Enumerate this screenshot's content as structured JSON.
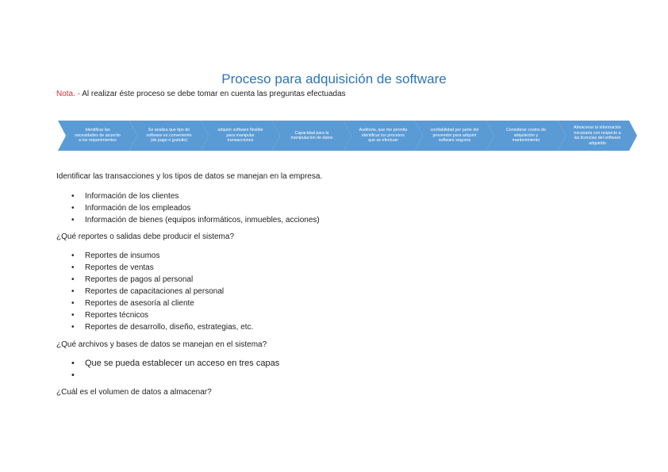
{
  "title": "Proceso para adquisición de software",
  "nota": {
    "label": "Nota. -",
    "text": " Al realizar éste proceso se debe tomar en cuenta las preguntas efectuadas"
  },
  "steps": [
    "Identificar las necesidades de acuerdo a los requerimientos",
    "Se analiza que tipo de software es conveniente (de pago o gratuito)",
    "adquirir software flexible para manipular transacciones",
    "Capacidad para la manipulacion de datos",
    "Auditoria, que me permita identificar los procesos que se efectuan",
    "confiabilidad por parte del proveedor para adquirir software seguros",
    "Considerar costos de adquisición y mantenimiento",
    "Almacenar la información necesaria con respecto a las licencias del software adquirido"
  ],
  "sections": [
    {
      "heading": "Identificar las transacciones y los tipos de datos se manejan en la empresa.",
      "items": [
        "Información de los clientes",
        "Información de los empleados",
        "Información de bienes (equipos informáticos, inmuebles, acciones)"
      ]
    },
    {
      "heading": "¿Qué reportes o salidas debe producir el sistema?",
      "items": [
        "Reportes de insumos",
        "Reportes de ventas",
        "Reportes de pagos al personal",
        "Reportes de capacitaciones al personal",
        "Reportes de asesoría al cliente",
        "Reportes técnicos",
        "Reportes de desarrollo, diseño, estrategias, etc."
      ]
    },
    {
      "heading": "¿Qué archivos y bases de datos se manejan en el sistema?",
      "items": [
        "Que se pueda establecer un acceso en tres capas",
        ""
      ]
    },
    {
      "heading": "¿Cuál es el volumen de datos a almacenar?",
      "items": []
    }
  ]
}
